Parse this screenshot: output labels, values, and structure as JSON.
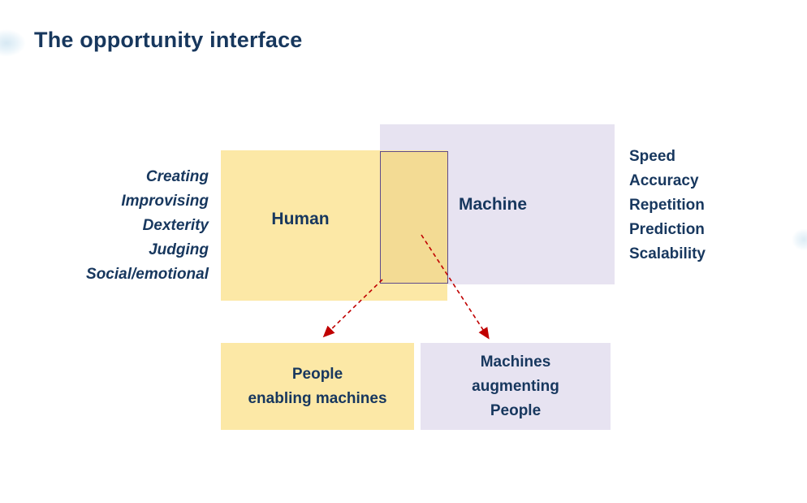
{
  "title": "The opportunity interface",
  "diagram": {
    "human_label": "Human",
    "machine_label": "Machine",
    "human_traits": [
      "Creating",
      "Improvising",
      "Dexterity",
      "Judging",
      "Social/emotional"
    ],
    "machine_traits": [
      "Speed",
      "Accuracy",
      "Repetition",
      "Prediction",
      "Scalability"
    ],
    "bottom_left_box": {
      "lines": [
        "People",
        "enabling machines"
      ]
    },
    "bottom_right_box": {
      "lines": [
        "Machines",
        "augmenting",
        "People"
      ]
    }
  },
  "icons": {
    "watermark": "globe-watermark-icon"
  },
  "colors": {
    "title_blue": "#17375D",
    "text_blue": "#17375E",
    "human_yellow": "#FCE8A6",
    "machine_lavender": "#E7E3F1",
    "overlap_fill": "#F3DB94",
    "overlap_border": "#5F4B8B",
    "arrow_red": "#C00000"
  }
}
